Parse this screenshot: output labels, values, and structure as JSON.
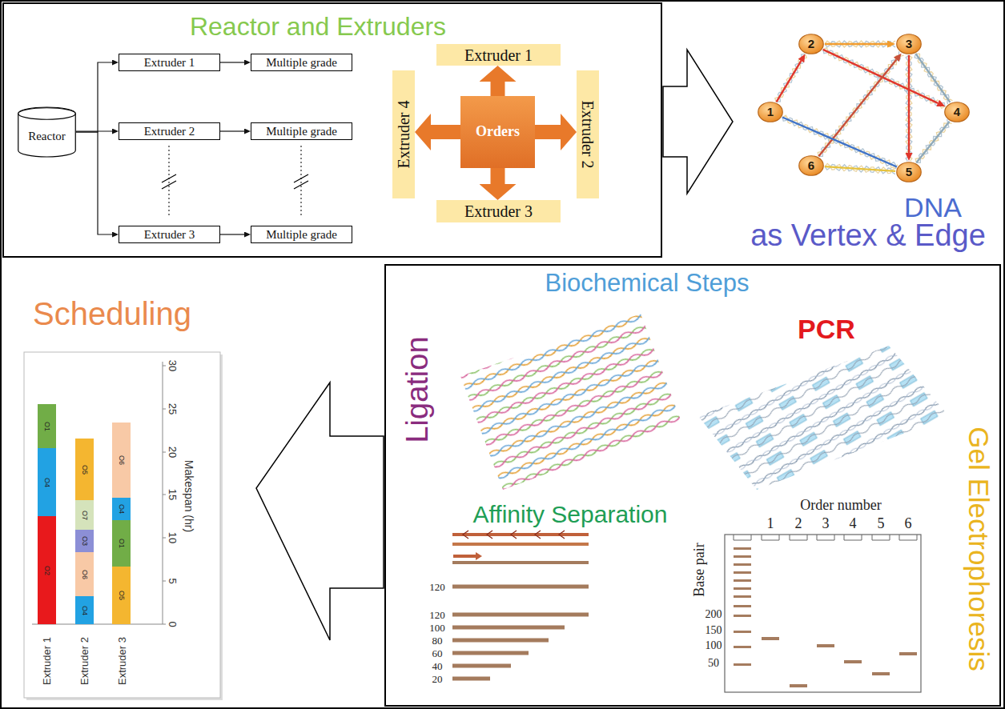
{
  "diagram": {
    "nodes": [
      {
        "text": [
          "Reactor and Extruders"
        ]
      },
      {
        "text": [
          "Reactor"
        ],
        "in": 0
      },
      {
        "text": [
          "Extruder 1"
        ],
        "in": 0
      },
      {
        "text": [
          "Multiple grade"
        ],
        "in": 0
      },
      {
        "text": [
          "Extruder 2"
        ],
        "in": 0
      },
      {
        "text": [
          "Multiple grade"
        ],
        "in": 0
      },
      {
        "text": [
          "Extruder 3"
        ],
        "in": 0
      },
      {
        "text": [
          "Multiple grade"
        ],
        "in": 0
      },
      {
        "text": [
          "Orders"
        ],
        "in": 0
      },
      {
        "text": [
          "Extruder 1"
        ],
        "in": 0
      },
      {
        "text": [
          "Extruder 2"
        ],
        "in": 0
      },
      {
        "text": [
          "Extruder 3"
        ],
        "in": 0
      },
      {
        "text": [
          "Extruder 4"
        ],
        "in": 0
      },
      {
        "text": [
          "1"
        ]
      },
      {
        "text": [
          "2"
        ]
      },
      {
        "text": [
          "3"
        ]
      },
      {
        "text": [
          "4"
        ]
      },
      {
        "text": [
          "5"
        ]
      },
      {
        "text": [
          "6"
        ]
      },
      {
        "text": [
          "Biochemical Steps"
        ]
      },
      {
        "text": [
          "O2"
        ]
      },
      {
        "text": [
          "O4"
        ]
      },
      {
        "text": [
          "O1"
        ]
      },
      {
        "text": [
          "O4"
        ]
      },
      {
        "text": [
          "O6"
        ]
      },
      {
        "text": [
          "O3"
        ]
      },
      {
        "text": [
          "O7"
        ]
      },
      {
        "text": [
          "O5"
        ]
      },
      {
        "text": [
          "O5"
        ]
      },
      {
        "text": [
          "O1"
        ]
      },
      {
        "text": [
          "O4"
        ]
      },
      {
        "text": [
          "O6"
        ]
      }
    ],
    "edges": [
      {
        "from": 1,
        "to": 2,
        "arrow": "to"
      },
      {
        "from": 1,
        "to": 4,
        "arrow": "to"
      },
      {
        "from": 1,
        "to": 6,
        "arrow": "to"
      },
      {
        "from": 2,
        "to": 3,
        "arrow": "to"
      },
      {
        "from": 4,
        "to": 5,
        "arrow": "to"
      },
      {
        "from": 6,
        "to": 7,
        "arrow": "to"
      },
      {
        "from": 8,
        "to": 9,
        "arrow": "to"
      },
      {
        "from": 8,
        "to": 10,
        "arrow": "to"
      },
      {
        "from": 8,
        "to": 11,
        "arrow": "to"
      },
      {
        "from": 8,
        "to": 12,
        "arrow": "to"
      },
      {
        "from": 13,
        "to": 14,
        "arrow": "to"
      },
      {
        "from": 14,
        "to": 15,
        "arrow": "to"
      },
      {
        "from": 14,
        "to": 16,
        "arrow": "to"
      },
      {
        "from": 15,
        "to": 17,
        "arrow": "to"
      },
      {
        "from": 18,
        "to": 15,
        "arrow": "to"
      },
      {
        "from": 13,
        "to": 17,
        "arrow": "none"
      },
      {
        "from": 18,
        "to": 17,
        "arrow": "none"
      },
      {
        "from": 17,
        "to": 16,
        "arrow": "none"
      },
      {
        "from": 15,
        "to": 16,
        "arrow": "none"
      }
    ],
    "labels": [
      "DNA",
      "as Vertex & Edge",
      "Ligation",
      "PCR",
      "Affinity Separation",
      "Gel Electrophoresis",
      "Scheduling",
      "Order number",
      "1",
      "2",
      "3",
      "4",
      "5",
      "6",
      "Base pair",
      "200",
      "150",
      "100",
      "50",
      "120",
      "120",
      "100",
      "80",
      "60",
      "40",
      "20",
      "30",
      "25",
      "20",
      "15",
      "10",
      "5",
      "0",
      "Makespan (hr)",
      "Extruder 1",
      "Extruder 2",
      "Extruder 3"
    ]
  }
}
